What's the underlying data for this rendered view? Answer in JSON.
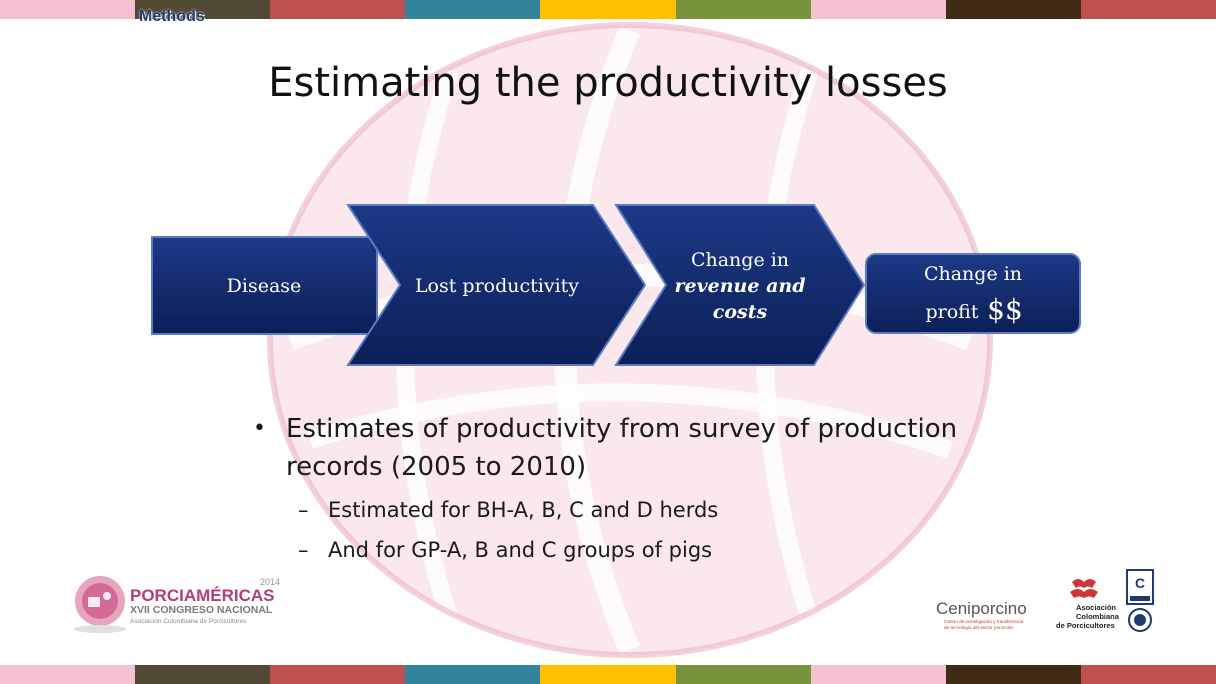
{
  "section_label": "Methods",
  "title": "Estimating the productivity losses",
  "flow": {
    "step1": "Disease",
    "step2": "Lost productivity",
    "step3_line1": "Change in",
    "step3_line2": "revenue and",
    "step3_line3": "costs",
    "step4_line1": "Change in",
    "step4_line2": "profit",
    "step4_symbol": "$$"
  },
  "bullets": {
    "main_line1": "Estimates of productivity from survey of production",
    "main_line2": "records (2005 to 2010)",
    "sub1": "Estimated for BH-A, B, C and D herds",
    "sub2": "And for GP-A, B and C groups of pigs"
  },
  "logos": {
    "porciamericas_year": "2014",
    "porciamericas_name": "PORCIAMÉRICAS",
    "porciamericas_congress": "XVII CONGRESO NACIONAL",
    "porciamericas_org": "Asociación Colombiana de Porcicultores",
    "ceniporcino_name": "Ceniporcino",
    "ceniporcino_desc1": "Centro de investigación y transferencia",
    "ceniporcino_desc2": "de tecnología del sector porcícola",
    "asociacion_line1": "Asociación",
    "asociacion_line2": "Colombiana",
    "asociacion_line3": "de Porcicultores"
  },
  "colors": {
    "stripe": [
      "#f3c1cf",
      "#524a34",
      "#c0504d",
      "#31849b",
      "#ffc000",
      "#77933c",
      "#f3c1cf",
      "#3f2a14",
      "#c0504d"
    ],
    "navy": "#102766",
    "globe": "#e9a8b8"
  }
}
